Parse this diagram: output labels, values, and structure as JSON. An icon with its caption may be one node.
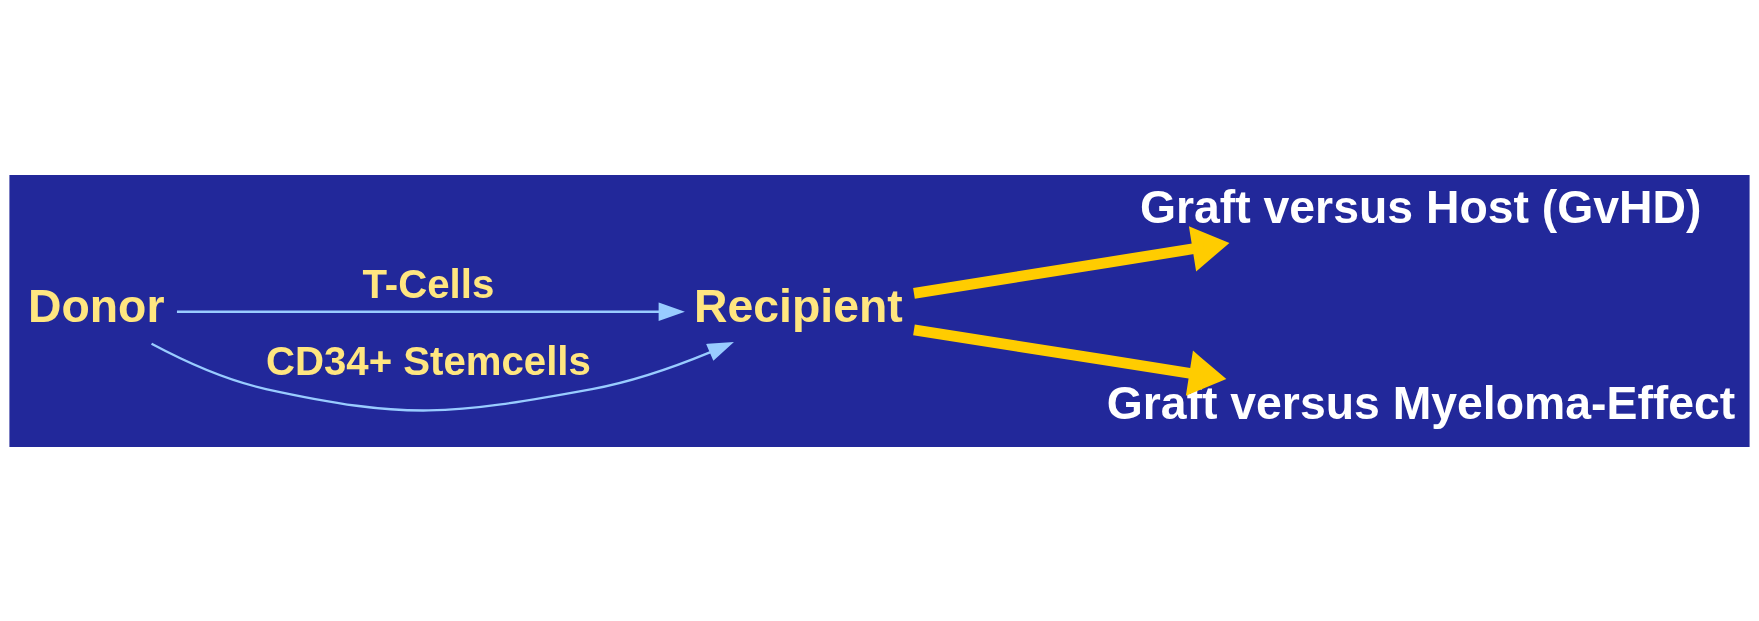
{
  "diagram": {
    "nodes": [
      {
        "text": [
          "Donor"
        ]
      },
      {
        "text": [
          "Recipient"
        ]
      },
      {
        "text": [
          "Graft versus Host (GvHD)"
        ]
      },
      {
        "text": [
          "Graft versus Myeloma-Effect"
        ]
      }
    ],
    "edges": [
      {
        "from": 0,
        "to": 1,
        "arrow": "to",
        "label": "T-Cells"
      },
      {
        "from": 0,
        "to": 1,
        "arrow": "to",
        "label": "CD34+ Stemcells"
      },
      {
        "from": 1,
        "to": 2,
        "arrow": "to",
        "style": "thick",
        "color": "#ffcc00"
      },
      {
        "from": 1,
        "to": 3,
        "arrow": "to",
        "style": "thick",
        "color": "#ffcc00"
      }
    ]
  }
}
